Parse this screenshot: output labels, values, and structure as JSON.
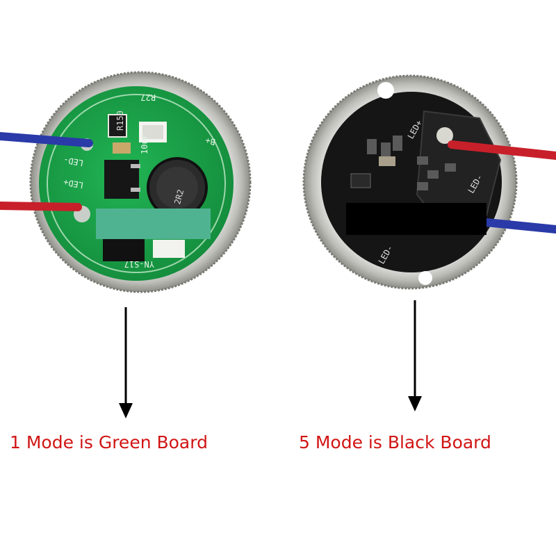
{
  "left_board": {
    "caption": "1 Mode is Green Board",
    "silkscreen": {
      "resistor": "R27",
      "led_neg": "LED-",
      "led_pos": "LED+",
      "bat_pos": "B+",
      "inductor": "2R2",
      "cap": "10uF",
      "model": "YN-S17",
      "chip": "R150"
    },
    "colors": {
      "pcb": "#18a84a",
      "redaction": "#4fb391"
    }
  },
  "right_board": {
    "caption": "5 Mode is Black Board",
    "silkscreen": {
      "led_pos": "LED+",
      "led_neg": "LED-",
      "led_neg_bottom": "LED-"
    },
    "colors": {
      "pcb": "#151515",
      "redaction": "#000000"
    }
  },
  "colors": {
    "caption": "#d11414",
    "wire_red": "#c8202a",
    "wire_blue": "#2a3aa8"
  }
}
